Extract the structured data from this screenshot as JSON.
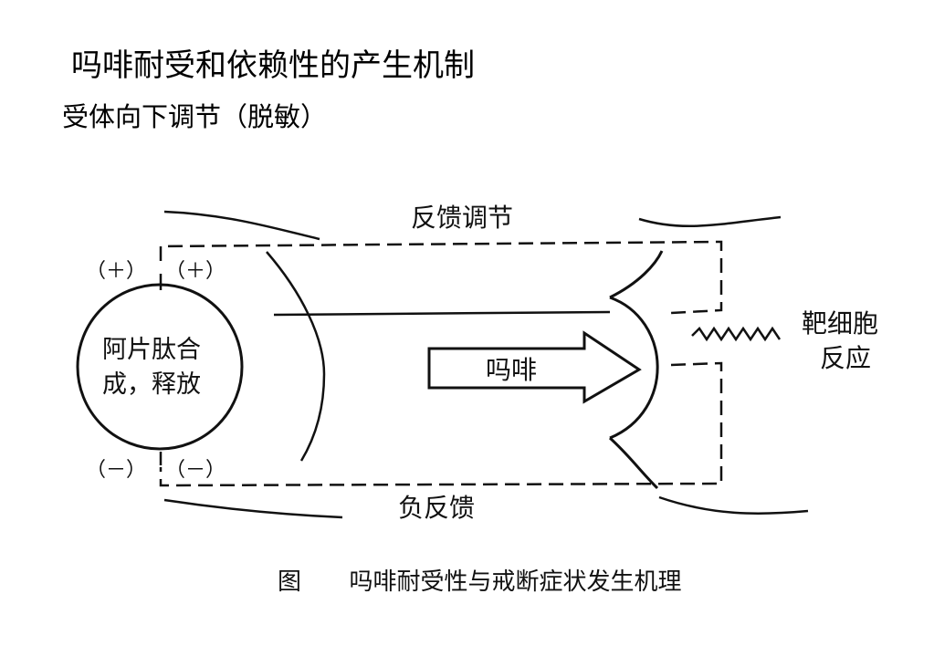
{
  "header": {
    "title": "吗啡耐受和依赖性的产生机制",
    "subtitle": "受体向下调节（脱敏）"
  },
  "diagram": {
    "feedback_top_label": "反馈调节",
    "neg_feedback_label": "负反馈",
    "plus_left": "（＋）",
    "plus_right": "（＋）",
    "minus_left": "（－）",
    "minus_right": "（－）",
    "circle_line1": "阿片肽合",
    "circle_line2": "成，释放",
    "arrow_label": "吗啡",
    "target_line1": "靶细胞",
    "target_line2": "反应"
  },
  "caption": {
    "fig_label": "图",
    "fig_text": "吗啡耐受性与戒断症状发生机理"
  }
}
